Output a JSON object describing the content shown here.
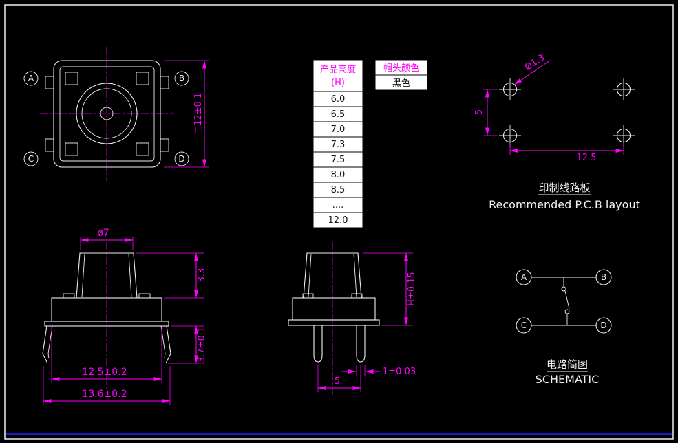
{
  "drawing": {
    "background": "#000000",
    "line_color": "#F0F0F0",
    "dimension_color": "#FF00FF",
    "table_background": "#FFFFFF",
    "title_block_blue": "#1A1ACD"
  },
  "top_view": {
    "terminal_labels": [
      "A",
      "B",
      "C",
      "D"
    ],
    "size_dimension": "□12±0.1"
  },
  "height_table": {
    "header_line1": "产品高度",
    "header_line2": "(H)",
    "values": [
      "6.0",
      "6.5",
      "7.0",
      "7.3",
      "7.5",
      "8.0",
      "8.5",
      "....",
      "12.0"
    ]
  },
  "cap_color_table": {
    "header": "帽头颜色",
    "value": "黑色"
  },
  "pcb_layout": {
    "hole_diameter": "Ø1.3",
    "row_spacing": "5",
    "column_spacing": "12.5",
    "title_cn": "印制线路板",
    "title_en": "Recommended P.C.B layout"
  },
  "front_view": {
    "cap_diameter": "ø7",
    "cap_height": "3.3",
    "standoff_height": "3.7±0.1",
    "body_width": "12.5±0.2",
    "overall_width": "13.6±0.2"
  },
  "side_view": {
    "body_height": "H±0.15",
    "pin_width": "1±0.03",
    "pin_pitch": "5"
  },
  "schematic": {
    "terminal_labels": [
      "A",
      "B",
      "C",
      "D"
    ],
    "title_cn": "电路简图",
    "title_en": "SCHEMATIC"
  }
}
